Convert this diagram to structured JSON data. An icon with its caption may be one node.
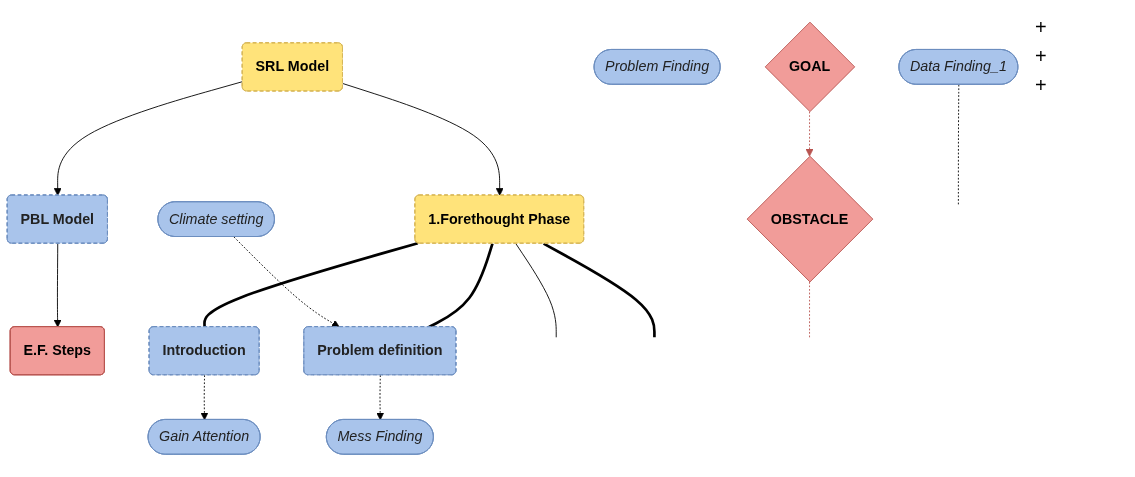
{
  "diagram": {
    "nodes": [
      {
        "text": [
          "SRL Model"
        ]
      },
      {
        "text": [
          "PBL Model"
        ]
      },
      {
        "text": [
          "E.F. Steps"
        ]
      },
      {
        "text": [
          "1.Forethought Phase"
        ]
      },
      {
        "text": [
          "Introduction"
        ]
      },
      {
        "text": [
          "Gain Attention"
        ]
      },
      {
        "text": [
          "Climate setting"
        ]
      },
      {
        "text": [
          "Problem definition"
        ]
      },
      {
        "text": [
          "Mess Finding"
        ]
      },
      {
        "text": [
          "Problem Finding"
        ]
      },
      {
        "text": [
          "Data Finding_1"
        ]
      },
      {
        "text": [
          "GOAL"
        ]
      },
      {
        "text": [
          "OBSTACLE"
        ]
      }
    ],
    "edges": [
      {
        "from": 0,
        "to": 1,
        "arrow": "to"
      },
      {
        "from": 1,
        "to": 2,
        "arrow": "to"
      },
      {
        "from": 0,
        "to": 3,
        "arrow": "to"
      },
      {
        "from": 3,
        "to": 4,
        "arrow": "none",
        "style": "thick"
      },
      {
        "from": 3,
        "to": 7,
        "arrow": "none",
        "style": "thick"
      },
      {
        "from": 3,
        "to": null,
        "arrow": "none"
      },
      {
        "from": 3,
        "to": null,
        "arrow": "none",
        "style": "thick"
      },
      {
        "from": 4,
        "to": 5,
        "arrow": "to",
        "style": "dashed"
      },
      {
        "from": 6,
        "to": 7,
        "arrow": "to",
        "style": "dashed"
      },
      {
        "from": 7,
        "to": 8,
        "arrow": "to",
        "style": "dashed"
      },
      {
        "from": 10,
        "to": null,
        "arrow": "none",
        "style": "dashed"
      },
      {
        "from": 11,
        "to": 12,
        "arrow": "to",
        "style": "dashed",
        "color": "#b85450"
      },
      {
        "from": 12,
        "to": null,
        "arrow": "none",
        "style": "dashed",
        "color": "#b85450"
      }
    ],
    "labels": [
      "+",
      "+",
      "+"
    ]
  }
}
